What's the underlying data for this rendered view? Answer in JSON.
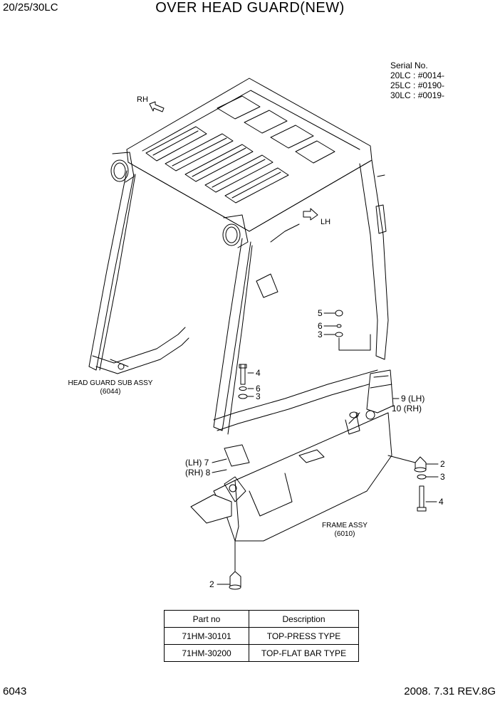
{
  "header": {
    "model": "20/25/30LC",
    "title": "OVER HEAD GUARD(NEW)"
  },
  "serial": {
    "heading": "Serial No.",
    "lines": [
      "20LC : #0014-",
      "25LC : #0190-",
      "30LC : #0019-"
    ]
  },
  "directions": {
    "rh": "RH",
    "lh": "LH"
  },
  "assemblies": {
    "head_guard": {
      "name": "HEAD GUARD SUB ASSY",
      "ref": "(6044)"
    },
    "frame": {
      "name": "FRAME ASSY",
      "ref": "(6010)"
    }
  },
  "callouts": {
    "c5": "5",
    "c6a": "6",
    "c3a": "3",
    "c4a": "4",
    "c6b": "6",
    "c3b": "3",
    "c9": "9 (LH)",
    "c10": "10 (RH)",
    "c7": "(LH) 7",
    "c8": "(RH) 8",
    "c2a": "2",
    "c3c": "3",
    "c4b": "4",
    "c2b": "2"
  },
  "parts_table": {
    "headers": [
      "Part no",
      "Description"
    ],
    "rows": [
      [
        "71HM-30101",
        "TOP-PRESS TYPE"
      ],
      [
        "71HM-30200",
        "TOP-FLAT BAR TYPE"
      ]
    ]
  },
  "footer": {
    "page": "6043",
    "revision": "2008. 7.31  REV.8G"
  }
}
